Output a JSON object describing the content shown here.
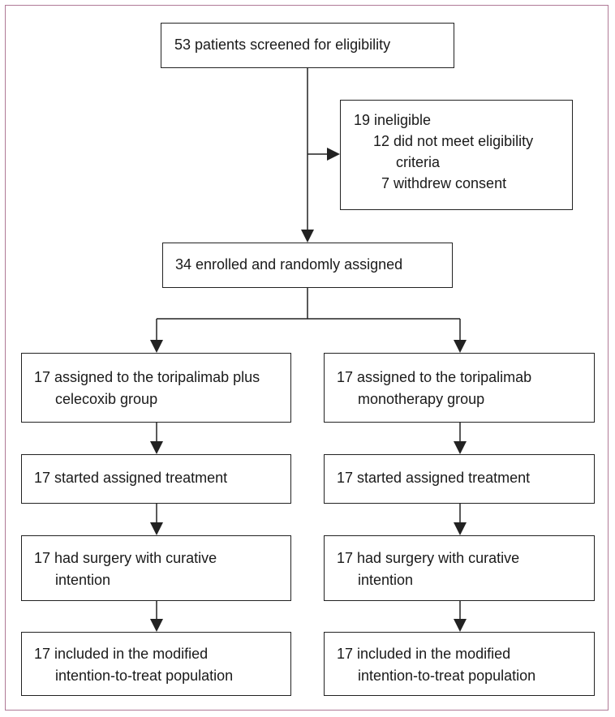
{
  "flow": {
    "screened": "53 patients screened for eligibility",
    "ineligible": {
      "total": "19 ineligible",
      "reason1_line1": "12 did not meet eligibility",
      "reason1_line2": "criteria",
      "reason2": "7 withdrew consent"
    },
    "enrolled": "34 enrolled and randomly assigned",
    "left_arm": {
      "assigned_line1": "17 assigned to the toripalimab plus",
      "assigned_line2": "celecoxib group",
      "started": "17 started assigned treatment",
      "surgery_line1": "17 had surgery with curative",
      "surgery_line2": "intention",
      "included_line1": "17 included in the modified",
      "included_line2": "intention-to-treat population"
    },
    "right_arm": {
      "assigned_line1": "17 assigned to the toripalimab",
      "assigned_line2": "monotherapy group",
      "started": "17 started assigned treatment",
      "surgery_line1": "17 had surgery with curative",
      "surgery_line2": "intention",
      "included_line1": "17 included in the modified",
      "included_line2": "intention-to-treat population"
    }
  }
}
